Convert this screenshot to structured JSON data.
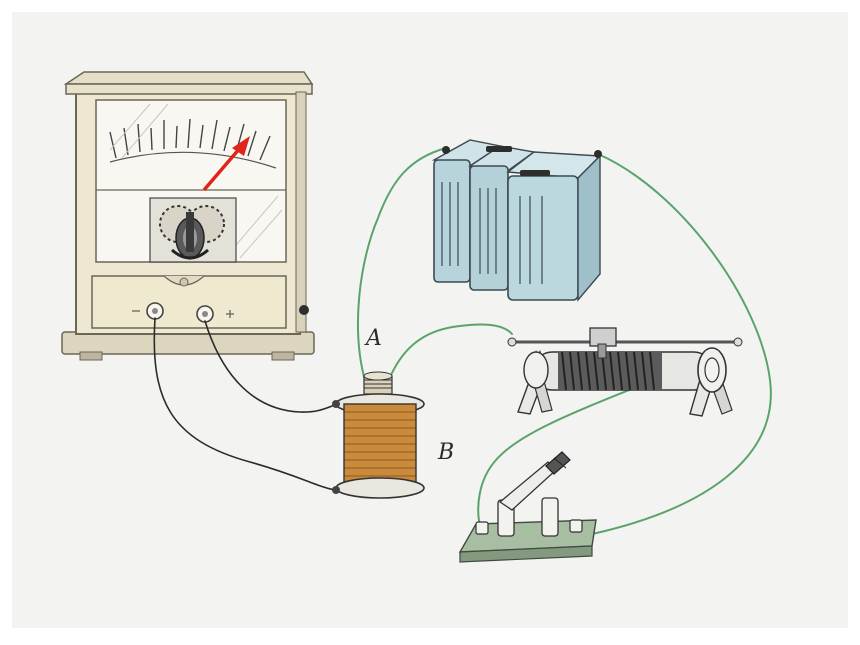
{
  "labels": {
    "a": "A",
    "b": "B"
  },
  "colors": {
    "background": "#f3f3f2",
    "wire_green": "#5aa46b",
    "wire_black": "#2b2b2b",
    "needle": "#e0261a",
    "coil_copper": "#c98a3c",
    "battery": "#b9d6de",
    "meter_case": "#f1ecd8",
    "rheostat_coil": "#3f3f3f",
    "switch_base": "#9fb79b"
  },
  "components": [
    {
      "name": "galvanometer"
    },
    {
      "name": "battery"
    },
    {
      "name": "rheostat"
    },
    {
      "name": "coil"
    },
    {
      "name": "knife-switch"
    }
  ]
}
